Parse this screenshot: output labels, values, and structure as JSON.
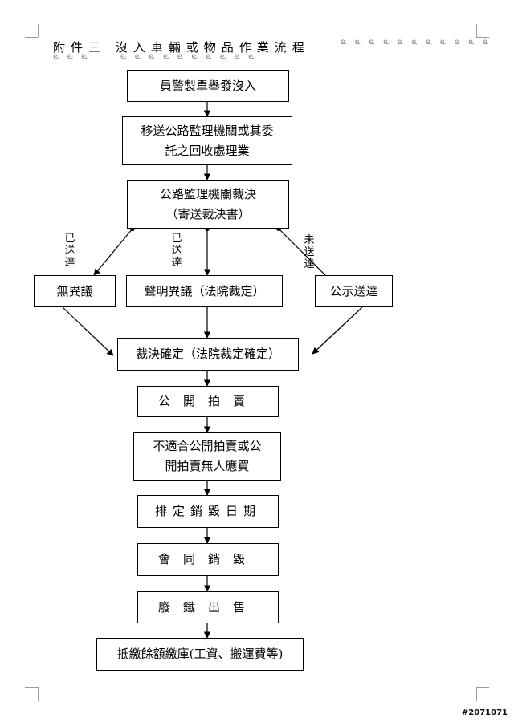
{
  "title": "附件三 沒入車輛或物品作業流程",
  "steps": {
    "s1": "員警製單舉發沒入",
    "s2_line1": "移送公路監理機關或其委",
    "s2_line2": "託之回收處理業",
    "s3_line1": "公路監理機關裁決",
    "s3_line2": "（寄送裁決書）",
    "no_objection": "無異議",
    "objection": "聲明異議（法院裁定）",
    "public_notice": "公示送達",
    "confirmed": "裁決確定（法院裁定確定）",
    "auction": "公開拍賣",
    "unsuitable_line1": "不適合公開拍賣或公",
    "unsuitable_line2": "開拍賣無人應買",
    "schedule": "排定銷毀日期",
    "destroy": "會同銷毀",
    "scrap_sale": "廢鐵出售",
    "offset": "抵繳餘額繳庫(工資、搬運費等)"
  },
  "branch_labels": {
    "left": "已送達",
    "middle": "已送達",
    "right": "未送達"
  },
  "watermark": "#2071071",
  "colors": {
    "line": "#000000",
    "corner_marks": "#9a9a9a",
    "edit_marks": "#7d7d7d"
  }
}
